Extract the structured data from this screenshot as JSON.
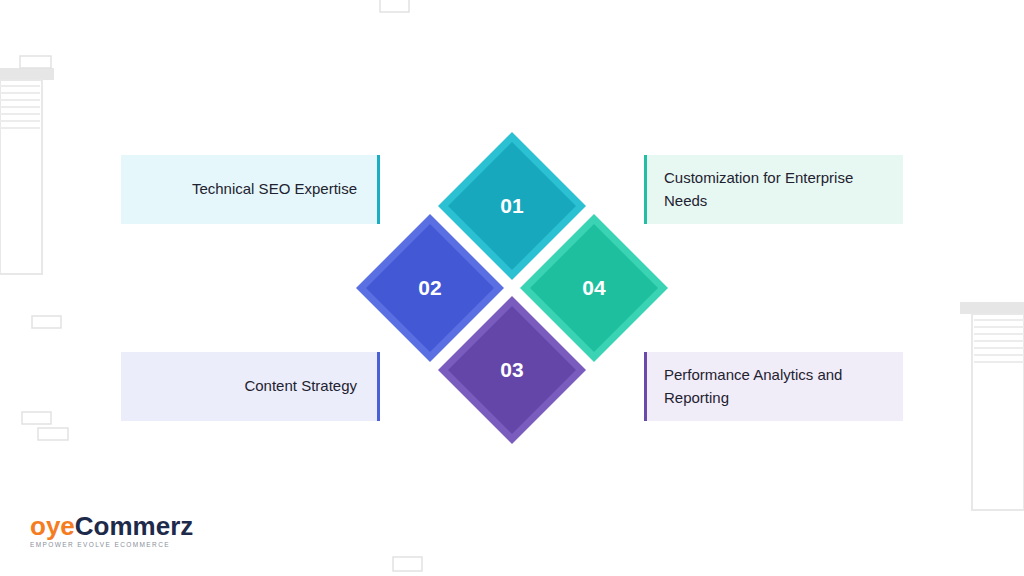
{
  "diagram": {
    "nodes": [
      {
        "text": [
          "Technical SEO Expertise"
        ]
      },
      {
        "text": [
          "01"
        ]
      },
      {
        "text": [
          "Customization for Enterprise Needs"
        ]
      },
      {
        "text": [
          "02"
        ]
      },
      {
        "text": [
          "04"
        ]
      },
      {
        "text": [
          "03"
        ]
      },
      {
        "text": [
          "Content Strategy"
        ]
      },
      {
        "text": [
          "Performance Analytics and Reporting"
        ]
      }
    ],
    "labels": [
      "oye",
      "Commerz",
      "EMPOWER EVOLVE ECOMMERCE"
    ]
  }
}
